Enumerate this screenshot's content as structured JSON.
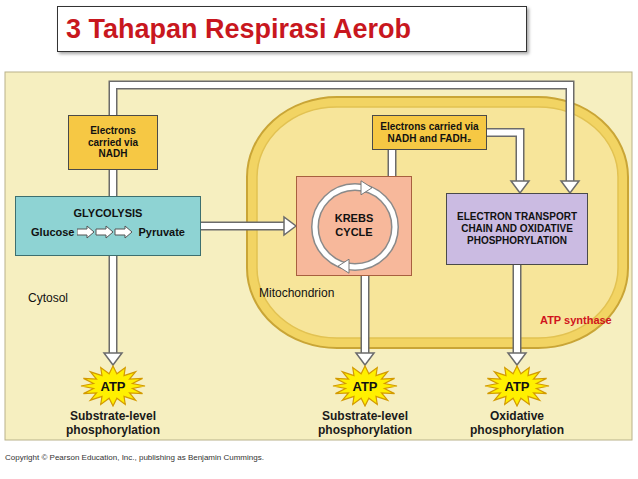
{
  "diagram": {
    "title": "3 Tahapan Respirasi Aerob",
    "nodes": [
      {
        "text": [
          "Electrons carried via NADH"
        ]
      },
      {
        "text": [
          "GLYCOLYSIS",
          "Glucose",
          "Pyruvate"
        ]
      },
      {
        "text": [
          "Mitochondrion"
        ]
      },
      {
        "text": [
          "Electrons carried via NADH and FADH₂"
        ],
        "in": 2
      },
      {
        "text": [
          "KREBS CYCLE"
        ],
        "in": 2
      },
      {
        "text": [
          "ELECTRON TRANSPORT CHAIN AND OXIDATIVE PHOSPHORYLATION"
        ],
        "in": 2
      },
      {
        "text": [
          "ATP",
          "Substrate-level phosphorylation"
        ]
      },
      {
        "text": [
          "ATP",
          "Substrate-level phosphorylation"
        ]
      },
      {
        "text": [
          "ATP",
          "Oxidative phosphorylation"
        ]
      }
    ],
    "edges": [
      {
        "from": 1,
        "to": 4,
        "arrow": "to"
      },
      {
        "from": 1,
        "to": 0,
        "arrow": "none"
      },
      {
        "from": 0,
        "to": 5,
        "arrow": "to"
      },
      {
        "from": 4,
        "to": 3,
        "arrow": "none"
      },
      {
        "from": 3,
        "to": 5,
        "arrow": "to"
      },
      {
        "from": 1,
        "to": 6,
        "arrow": "to"
      },
      {
        "from": 4,
        "to": 7,
        "arrow": "to"
      },
      {
        "from": 5,
        "to": 8,
        "arrow": "to"
      }
    ],
    "labels": [
      "Cytosol",
      "ATP synthase",
      "Copyright © Pearson Education, Inc., publishing as Benjamin Cummings."
    ]
  }
}
